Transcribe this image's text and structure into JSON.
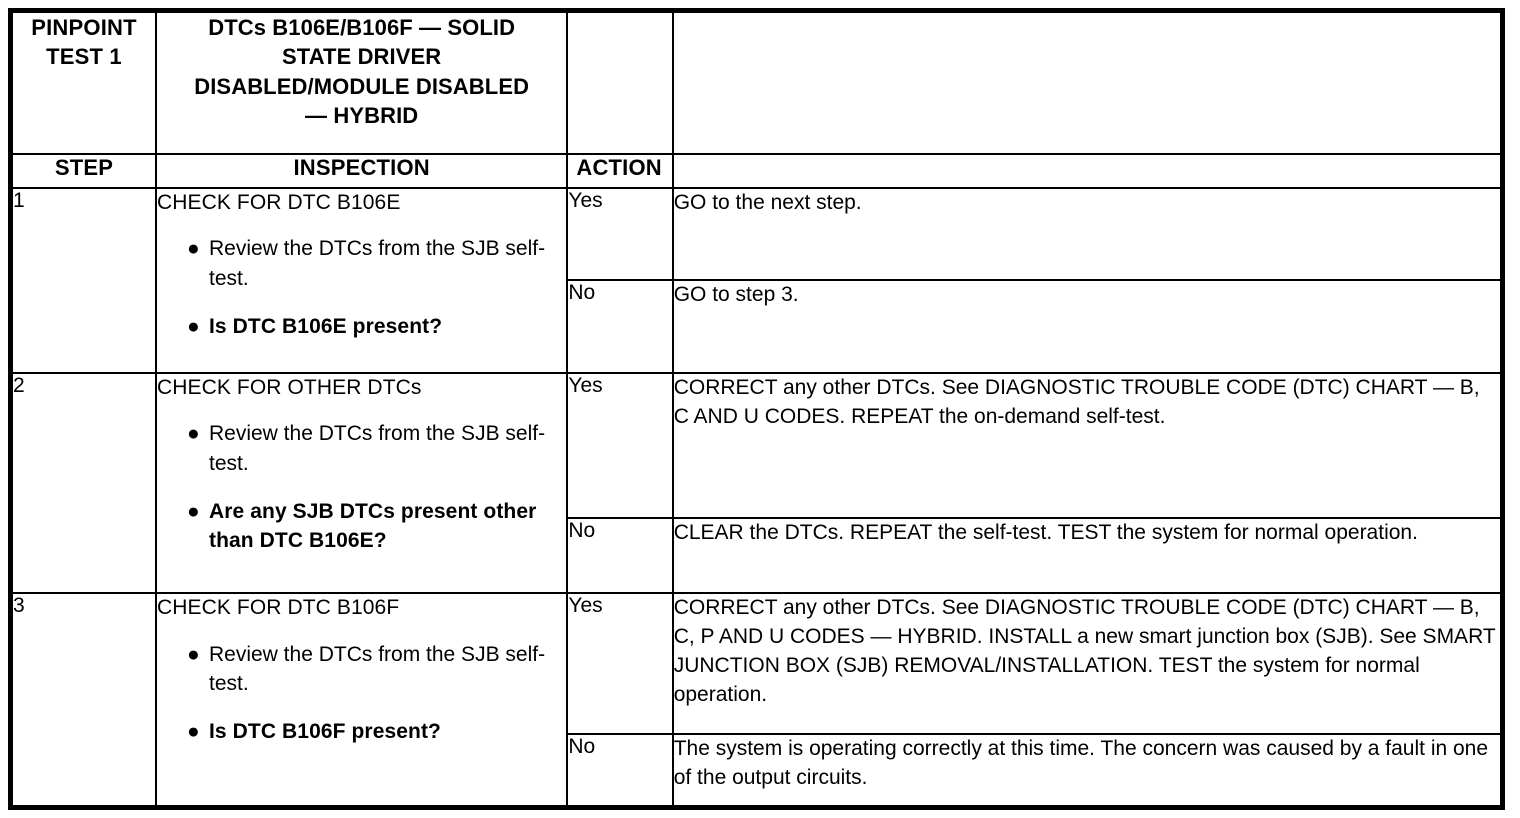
{
  "document": {
    "type": "pinpoint-test-table",
    "bullet_glyph": "●"
  },
  "header": {
    "test_label": "PINPOINT\nTEST 1",
    "test_label_line1": "PINPOINT",
    "test_label_line2": "TEST 1",
    "title": "DTCs B106E/B106F — SOLID STATE DRIVER DISABLED/MODULE DISABLED — HYBRID",
    "title_line1": "DTCs B106E/B106F — SOLID",
    "title_line2": "STATE DRIVER",
    "title_line3": "DISABLED/MODULE DISABLED",
    "title_line4": "— HYBRID",
    "blank_action": "",
    "blank_result": ""
  },
  "columns": {
    "step": "STEP",
    "inspection": "INSPECTION",
    "action": "ACTION",
    "result": ""
  },
  "steps": [
    {
      "number": "1",
      "inspection_heading": "CHECK FOR DTC B106E",
      "bullets": [
        {
          "text": "Review the DTCs from the SJB self-test.",
          "bold": false
        },
        {
          "text": "Is DTC B106E present?",
          "bold": true
        }
      ],
      "outcomes": [
        {
          "label": "Yes",
          "result": "GO to the next step."
        },
        {
          "label": "No",
          "result": "GO to step 3."
        }
      ]
    },
    {
      "number": "2",
      "inspection_heading": "CHECK FOR OTHER DTCs",
      "bullets": [
        {
          "text": "Review the DTCs from the SJB self-test.",
          "bold": false
        },
        {
          "text": "Are any SJB DTCs present other than DTC B106E?",
          "bold": true
        }
      ],
      "outcomes": [
        {
          "label": "Yes",
          "result": "CORRECT any other DTCs. See DIAGNOSTIC TROUBLE CODE (DTC) CHART — B, C AND U CODES. REPEAT the on-demand self-test."
        },
        {
          "label": "No",
          "result": "CLEAR the DTCs. REPEAT the self-test. TEST the system for normal operation."
        }
      ]
    },
    {
      "number": "3",
      "inspection_heading": "CHECK FOR DTC B106F",
      "bullets": [
        {
          "text": "Review the DTCs from the SJB self-test.",
          "bold": false
        },
        {
          "text": "Is DTC B106F present?",
          "bold": true
        }
      ],
      "outcomes": [
        {
          "label": "Yes",
          "result": "CORRECT any other DTCs. See DIAGNOSTIC TROUBLE CODE (DTC) CHART — B, C, P AND U CODES — HYBRID. INSTALL a new smart junction box (SJB). See SMART JUNCTION BOX (SJB) REMOVAL/INSTALLATION. TEST the system for normal operation."
        },
        {
          "label": "No",
          "result": "The system is operating correctly at this time. The concern was caused by a fault in one of the output circuits."
        }
      ]
    }
  ]
}
